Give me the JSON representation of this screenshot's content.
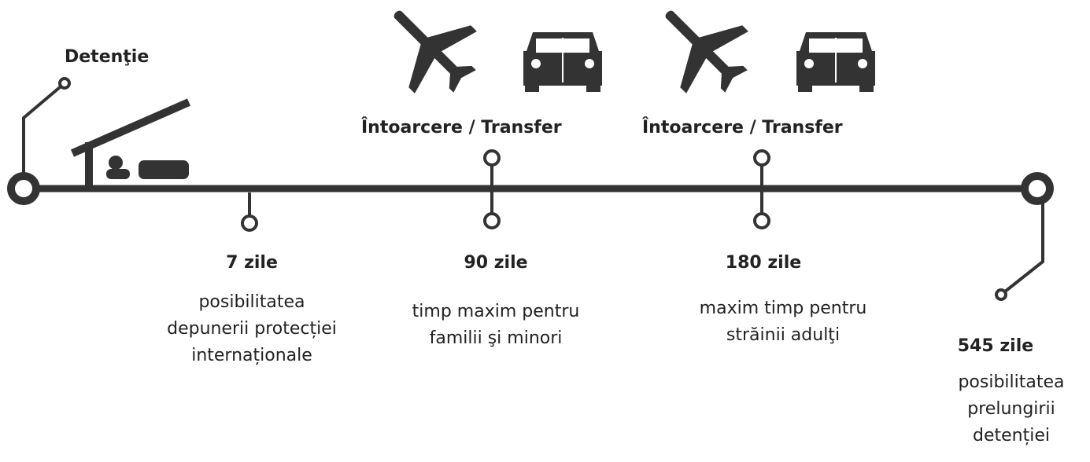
{
  "colors": {
    "line": "#333333",
    "icon": "#333333",
    "background": "#ffffff",
    "text": "#222222"
  },
  "start": {
    "title": "Detenţie"
  },
  "transfer_labels": [
    "Întoarcere / Transfer",
    "Întoarcere / Transfer"
  ],
  "milestones": [
    {
      "days": "7  zile",
      "description": [
        "posibilitatea",
        "depunerii protecției",
        "internaționale"
      ]
    },
    {
      "days": "90  zile",
      "description": [
        "timp maxim pentru",
        "familii şi minori"
      ]
    },
    {
      "days": "180 zile",
      "description": [
        "maxim timp pentru",
        "străinii adulţi"
      ]
    },
    {
      "days": "545  zile",
      "description": [
        "posibilitatea",
        "prelungirii",
        "detenției"
      ]
    }
  ],
  "icons": [
    "detention-shelter-icon",
    "airplane-icon",
    "car-icon",
    "airplane-icon",
    "car-icon"
  ]
}
